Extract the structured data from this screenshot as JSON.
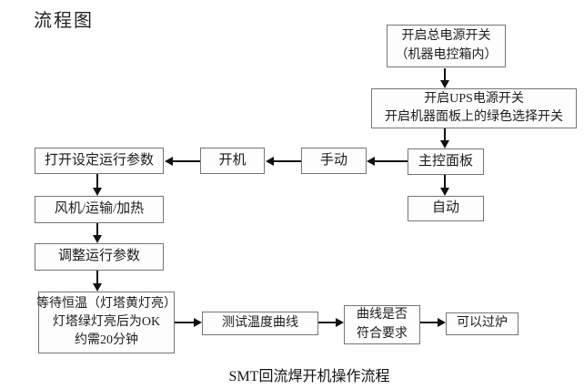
{
  "title": "流程图",
  "caption": "SMT回流焊开机操作流程",
  "colors": {
    "background": "#ffffff",
    "box_border": "#757575",
    "arrow": "#111111",
    "text": "#1c1c1c"
  },
  "nodes": {
    "main_power": {
      "lines": [
        "开启总电源开关",
        "（机器电控箱内）"
      ]
    },
    "ups": {
      "lines": [
        "开启UPS电源开关",
        "开启机器面板上的绿色选择开关"
      ]
    },
    "main_panel": {
      "label": "主控面板"
    },
    "manual": {
      "label": "手动"
    },
    "power_on": {
      "label": "开机"
    },
    "set_params": {
      "label": "打开设定运行参数"
    },
    "auto": {
      "label": "自动"
    },
    "fan_transport_heat": {
      "label": "风机/运输/加热"
    },
    "adjust_params": {
      "label": "调整运行参数"
    },
    "wait_temp": {
      "lines": [
        "等待恒温（灯塔黄灯亮）",
        "灯塔绿灯亮后为OK",
        "约需20分钟"
      ]
    },
    "test_curve": {
      "label": "测试温度曲线"
    },
    "curve_check": {
      "lines": [
        "曲线是否",
        "符合要求"
      ]
    },
    "pass_oven": {
      "label": "可以过炉"
    }
  },
  "edges": [
    {
      "from": "main_power",
      "to": "ups",
      "direction": "down"
    },
    {
      "from": "ups",
      "to": "main_panel",
      "direction": "down"
    },
    {
      "from": "main_panel",
      "to": "manual",
      "direction": "left"
    },
    {
      "from": "manual",
      "to": "power_on",
      "direction": "left"
    },
    {
      "from": "power_on",
      "to": "set_params",
      "direction": "left"
    },
    {
      "from": "main_panel",
      "to": "auto",
      "direction": "down"
    },
    {
      "from": "set_params",
      "to": "fan_transport_heat",
      "direction": "down"
    },
    {
      "from": "fan_transport_heat",
      "to": "adjust_params",
      "direction": "down"
    },
    {
      "from": "adjust_params",
      "to": "wait_temp",
      "direction": "down"
    },
    {
      "from": "wait_temp",
      "to": "test_curve",
      "direction": "right"
    },
    {
      "from": "test_curve",
      "to": "curve_check",
      "direction": "right"
    },
    {
      "from": "curve_check",
      "to": "pass_oven",
      "direction": "right"
    }
  ]
}
